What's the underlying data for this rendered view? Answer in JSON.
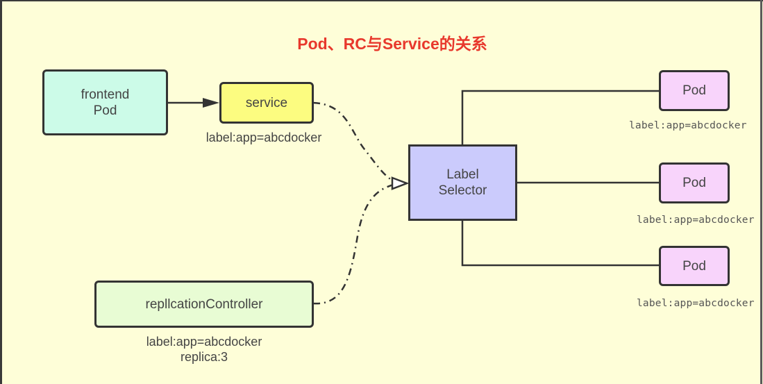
{
  "title": "Pod、RC与Service的关系",
  "colors": {
    "background": "#fefed8",
    "title": "#e8382c",
    "frontend_fill": "#ccfbe8",
    "service_fill": "#fcfc80",
    "selector_fill": "#cbcbfc",
    "pod_fill": "#f8d4fb",
    "rc_fill": "#e8fcd4",
    "stroke": "#333333"
  },
  "nodes": {
    "frontend": {
      "label": "frontend\nPod"
    },
    "service": {
      "label": "service",
      "caption": "label:app=abcdocker"
    },
    "selector": {
      "label": "Label\nSelector"
    },
    "rc": {
      "label": "repllcationController",
      "caption_1": "label:app=abcdocker",
      "caption_2": "replica:3"
    },
    "pods": [
      {
        "label": "Pod",
        "caption": "label:app=abcdocker"
      },
      {
        "label": "Pod",
        "caption": "label:app=abcdocker"
      },
      {
        "label": "Pod",
        "caption": "label:app=abcdocker"
      }
    ]
  },
  "edges": [
    {
      "from": "frontend",
      "to": "service",
      "style": "solid",
      "arrow": "filled"
    },
    {
      "from": "service",
      "to": "selector",
      "style": "dash-dot",
      "arrow": "hollow"
    },
    {
      "from": "rc",
      "to": "selector",
      "style": "dash-dot",
      "arrow": "hollow"
    },
    {
      "from": "selector",
      "to": "pod-1",
      "style": "solid",
      "arrow": "none"
    },
    {
      "from": "selector",
      "to": "pod-2",
      "style": "solid",
      "arrow": "none"
    },
    {
      "from": "selector",
      "to": "pod-3",
      "style": "solid",
      "arrow": "none"
    }
  ]
}
